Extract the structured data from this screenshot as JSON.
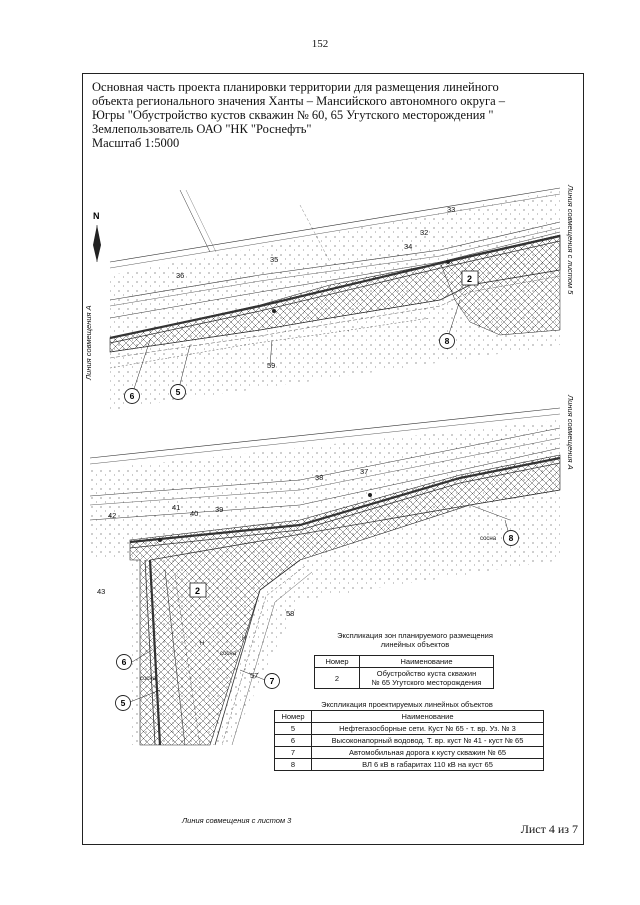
{
  "page_number": "152",
  "title_lines": [
    "Основная часть проекта планировки территории для размещения линейного",
    "объекта регионального значения Ханты – Мансийского автономного округа –",
    "Югры \"Обустройство кустов скважин № 60, 65 Угутского месторождения \"",
    "Землепользователь ОАО \"НК \"Роснефть\"",
    "Масштаб 1:5000"
  ],
  "north_label": "N",
  "match_lines": {
    "a_left": "Линия совмещения А",
    "b_right": "Линия совмещения с листом 5",
    "top_right": "Линия совмещения с",
    "a_right": "Линия совмещения А",
    "bottom": "Линия совмещения с листом 3"
  },
  "point_labels": [
    "33",
    "32",
    "34",
    "35",
    "36",
    "59",
    "38",
    "37",
    "42",
    "41",
    "40",
    "39",
    "43",
    "58",
    "57"
  ],
  "zone_markers": [
    "2",
    "2"
  ],
  "object_markers": [
    "8",
    "6",
    "5",
    "8",
    "6",
    "5",
    "7"
  ],
  "small_text": [
    "сосна",
    "сосна",
    "сосна",
    "Н",
    "Н"
  ],
  "table1": {
    "caption_line1": "Экспликация зон планируемого размещения",
    "caption_line2": "линейных объектов",
    "headers": [
      "Номер",
      "Наименование"
    ],
    "rows": [
      {
        "num": "2",
        "name_line1": "Обустройство куста скважин",
        "name_line2": "№ 65 Угутского месторождения"
      }
    ]
  },
  "table2": {
    "caption": "Экспликация проектируемых линейных объектов",
    "headers": [
      "Номер",
      "Наименование"
    ],
    "rows": [
      {
        "num": "5",
        "name": "Нефтегазосборные сети. Куст № 65 - т. вр. Уз. № 3"
      },
      {
        "num": "6",
        "name": "Высоконапорный водовод. Т. вр. куст № 41 - куст № 65"
      },
      {
        "num": "7",
        "name": "Автомобильная дорога к кусту скважин № 65"
      },
      {
        "num": "8",
        "name": "ВЛ 6 кВ в габаритах 110 кВ на куст 65"
      }
    ]
  },
  "sheet_label": "Лист 4 из 7"
}
